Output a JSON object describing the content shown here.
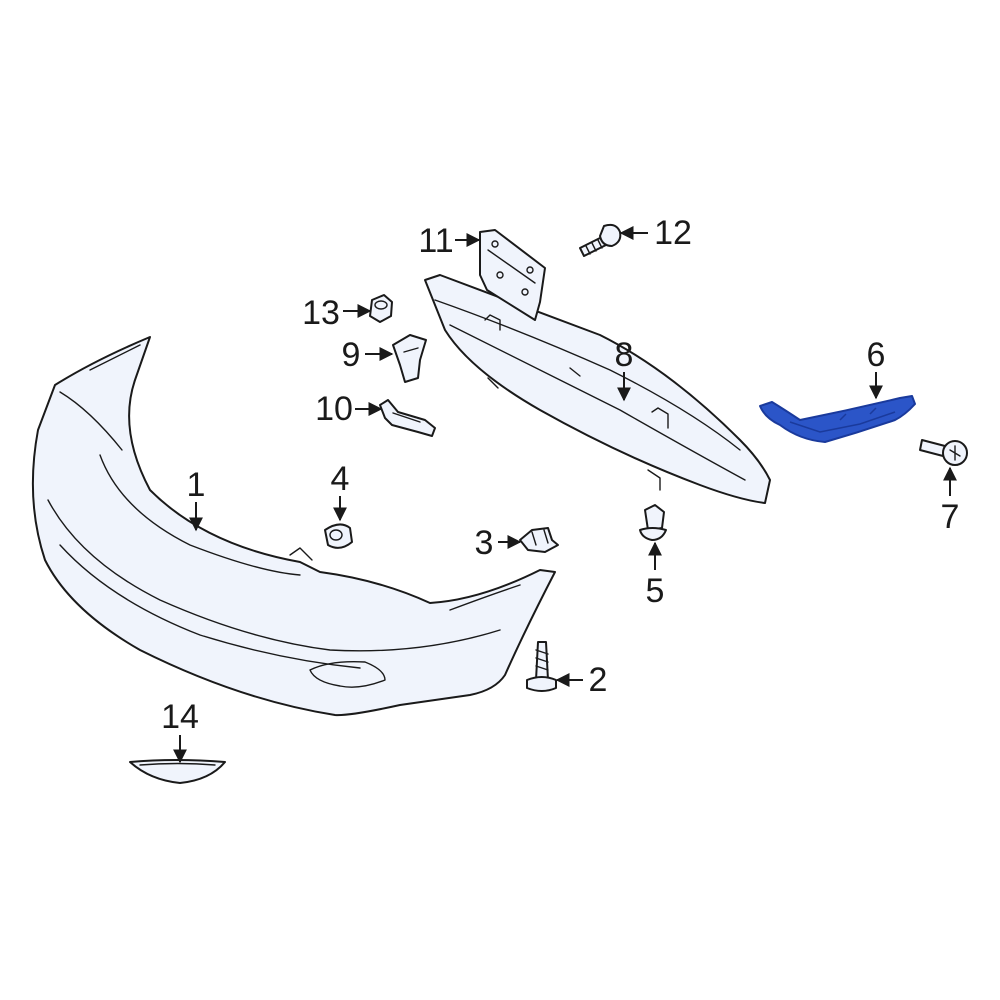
{
  "diagram": {
    "highlight_color": "#2b55c8",
    "outline_color": "#1a1a1a",
    "part_fill": "#f0f4fc",
    "callouts": [
      "1",
      "2",
      "3",
      "4",
      "5",
      "6",
      "7",
      "8",
      "9",
      "10",
      "11",
      "12",
      "13",
      "14"
    ]
  }
}
